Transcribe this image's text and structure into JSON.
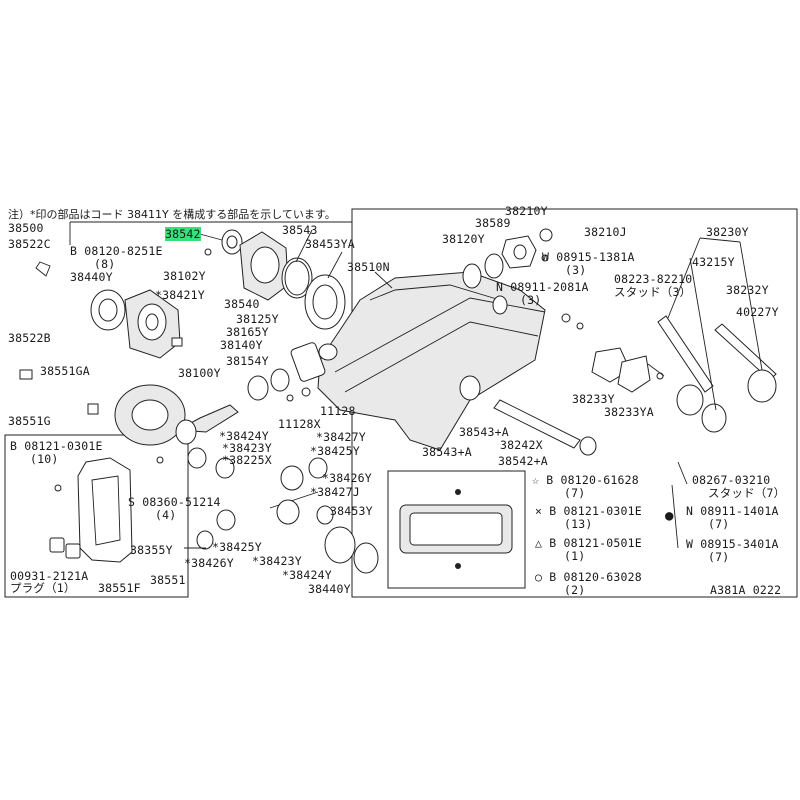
{
  "note": "注）*印の部品はコード 38411Y を構成する部品を示しています。",
  "diagram_code": "A381A 0222",
  "labels": {
    "p38500": "38500",
    "p38522C": "38522C",
    "p38522B": "38522B",
    "p38551GA": "38551GA",
    "p38551G": "38551G",
    "p38542": "38542",
    "p38543_top": "38543",
    "p38453YA": "38453YA",
    "p38510N": "38510N",
    "p38120Y": "38120Y",
    "p38589": "38589",
    "p38210Y": "38210Y",
    "p38210J": "38210J",
    "p38230Y": "38230Y",
    "p08120_8251E": "B 08120-8251E",
    "p08120_8251E_qty": "(8)",
    "p38440Y_top": "38440Y",
    "p38102Y": "38102Y",
    "p38421Y": "*38421Y",
    "p38540": "38540",
    "p38125Y": "38125Y",
    "p38165Y": "38165Y",
    "p38140Y": "38140Y",
    "p38154Y": "38154Y",
    "p38100Y": "38100Y",
    "p11128": "11128",
    "p11128X": "11128X",
    "p08915_1381A": "W 08915-1381A",
    "p08915_1381A_qty": "(3)",
    "p08911_2081A": "N 08911-2081A",
    "p08911_2081A_qty": "(3)",
    "p43215Y": "43215Y",
    "p08223_82210": "08223-82210",
    "p08223_stud": "スタッド（3）",
    "p38232Y": "38232Y",
    "p40227Y": "40227Y",
    "p38233Y": "38233Y",
    "p38233YA": "38233YA",
    "p38543A": "38543+A",
    "p38242X": "38242X",
    "p38543A2": "38543+A",
    "p38542A": "38542+A",
    "p08121_0301E": "B 08121-0301E",
    "p08121_0301E_qty": "(10)",
    "p08360_51214": "S 08360-51214",
    "p08360_51214_qty": "(4)",
    "p38355Y": "38355Y",
    "p38551": "38551",
    "p38551F": "38551F",
    "p00931_2121A": "00931-2121A",
    "p00931_plug": "プラグ（1）",
    "p38424Y_a": "*38424Y",
    "p38423Y_a": "*38423Y",
    "p38225X": "*38225X",
    "p38427Y": "*38427Y",
    "p38425Y_a": "*38425Y",
    "p38426Y_a": "*38426Y",
    "p38427J": "*38427J",
    "p38453Y": "38453Y",
    "p38425Y_b": "*38425Y",
    "p38426Y_b": "*38426Y",
    "p38423Y_b": "*38423Y",
    "p38424Y_b": "*38424Y",
    "p38440Y_bot": "38440Y",
    "leg1": "☆ B 08120-61628",
    "leg1q": "(7)",
    "leg2": "× B 08121-0301E",
    "leg2q": "(13)",
    "leg3": "△ B 08121-0501E",
    "leg3q": "(1)",
    "leg4": "○ B 08120-63028",
    "leg4q": "(2)",
    "leg5": "08267-03210",
    "leg5q": "スタッド（7）",
    "leg6": "N 08911-1401A",
    "leg6q": "(7)",
    "leg7": "W 08915-3401A",
    "leg7q": "(7)"
  },
  "colors": {
    "highlight": "#39e07a",
    "line": "#222222",
    "watermark": "#d43a3a"
  }
}
